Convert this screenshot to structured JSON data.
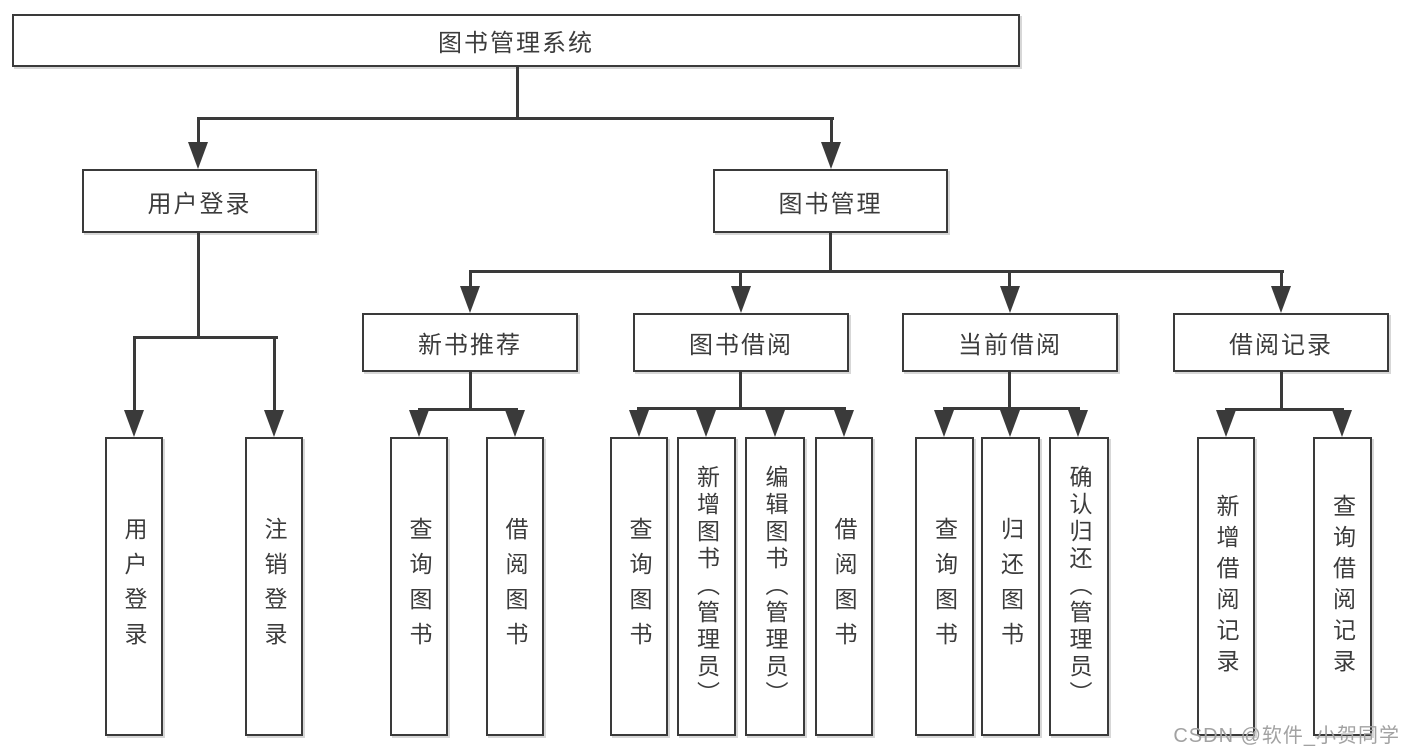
{
  "tree": {
    "label": "图书管理系统",
    "children": [
      {
        "label": "用户登录",
        "children": [
          {
            "label": "用户登录"
          },
          {
            "label": "注销登录"
          }
        ]
      },
      {
        "label": "图书管理",
        "children": [
          {
            "label": "新书推荐",
            "children": [
              {
                "label": "查询图书"
              },
              {
                "label": "借阅图书"
              }
            ]
          },
          {
            "label": "图书借阅",
            "children": [
              {
                "label": "查询图书"
              },
              {
                "label": "新增图书（管理员）"
              },
              {
                "label": "编辑图书（管理员）"
              },
              {
                "label": "借阅图书"
              }
            ]
          },
          {
            "label": "当前借阅",
            "children": [
              {
                "label": "查询图书"
              },
              {
                "label": "归还图书"
              },
              {
                "label": "确认归还（管理员）"
              }
            ]
          },
          {
            "label": "借阅记录",
            "children": [
              {
                "label": "新增借阅记录"
              },
              {
                "label": "查询借阅记录"
              }
            ]
          }
        ]
      }
    ]
  },
  "watermark": "CSDN @软件_小贺同学",
  "colors": {
    "line": "#3a3a3a",
    "box_border": "#3a3a3a",
    "text": "#3c3c3c",
    "watermark": "#a2a2a2",
    "background": "#ffffff"
  }
}
